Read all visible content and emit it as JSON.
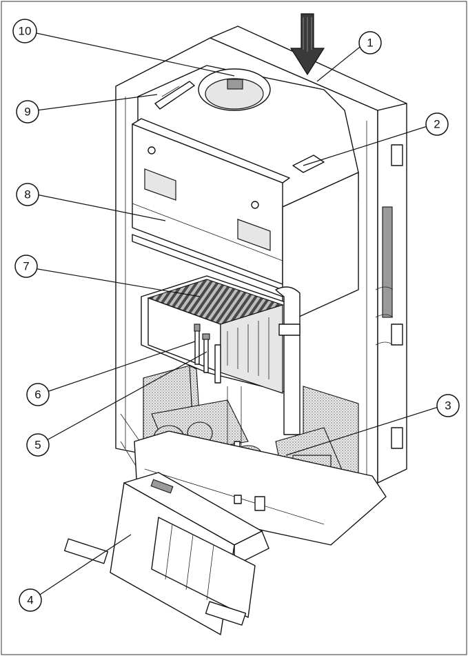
{
  "callouts": [
    {
      "label": "1"
    },
    {
      "label": "2"
    },
    {
      "label": "3"
    },
    {
      "label": "4"
    },
    {
      "label": "5"
    },
    {
      "label": "6"
    },
    {
      "label": "7"
    },
    {
      "label": "8"
    },
    {
      "label": "9"
    },
    {
      "label": "10"
    }
  ],
  "colors": {
    "ink": "#111111",
    "background": "#ffffff",
    "stipple": "#555555"
  },
  "icons": {
    "airflow_arrow": "down-arrow-icon"
  }
}
